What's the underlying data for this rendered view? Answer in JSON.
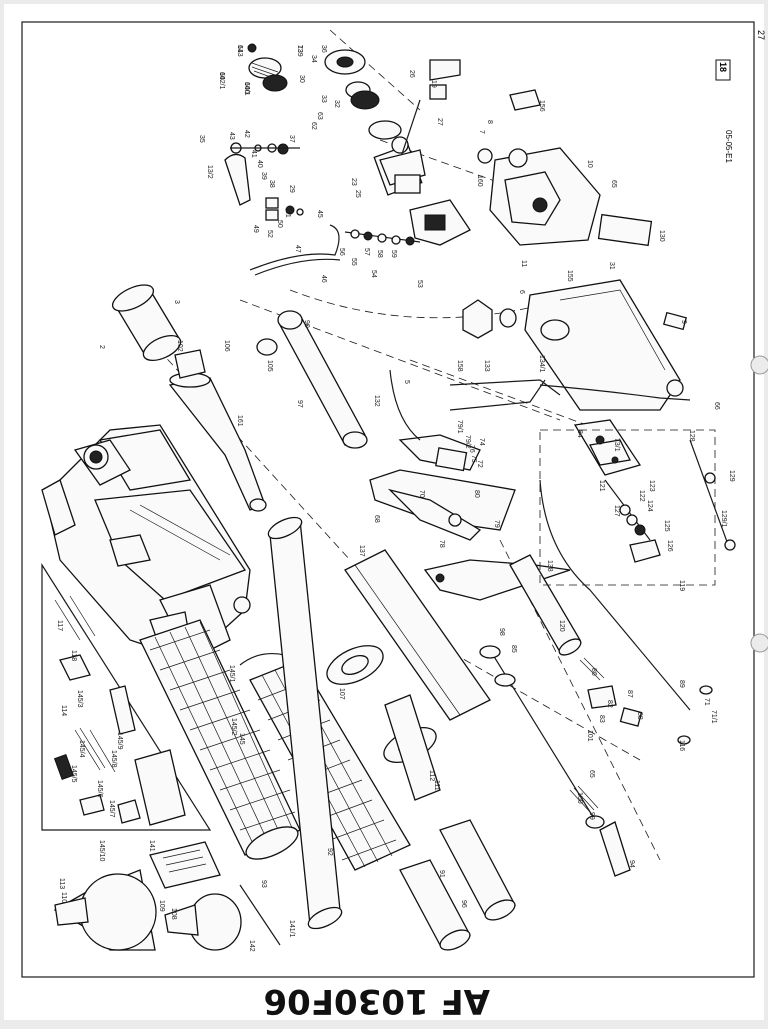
{
  "page": {
    "page_number": "27",
    "date_code": "05-05-E1",
    "ref_code": "18",
    "handwritten_note": "AF 1030F06"
  },
  "part_labels": [
    "60",
    "61",
    "60/1",
    "73",
    "36",
    "34",
    "30",
    "33",
    "32",
    "63",
    "62",
    "19",
    "26",
    "27",
    "156",
    "13/2",
    "35",
    "43",
    "42",
    "41",
    "40",
    "39",
    "37",
    "38",
    "29",
    "8",
    "7",
    "160",
    "11",
    "10",
    "65",
    "23",
    "25",
    "52",
    "50",
    "51",
    "49",
    "45",
    "47",
    "46",
    "56",
    "55",
    "57",
    "58",
    "59",
    "54",
    "53",
    "130",
    "155",
    "31",
    "6",
    "3",
    "2",
    "102",
    "105",
    "106",
    "161",
    "97",
    "90",
    "66",
    "9",
    "158",
    "133",
    "134/1",
    "5",
    "132",
    "79/1",
    "79/2",
    "76",
    "75",
    "74",
    "72",
    "70",
    "68",
    "80",
    "79",
    "78",
    "84",
    "73/1",
    "121",
    "122",
    "123",
    "124",
    "125",
    "126",
    "127",
    "128",
    "129",
    "129/1",
    "119",
    "137",
    "138",
    "120",
    "98",
    "85",
    "86",
    "82",
    "83",
    "87",
    "88",
    "89",
    "71",
    "71/1",
    "116",
    "117",
    "118",
    "114",
    "145/3",
    "145/4",
    "145/5",
    "145/6",
    "145/7",
    "145/8",
    "145/9",
    "145/10",
    "145/1",
    "145/2",
    "145",
    "107",
    "112",
    "111",
    "101",
    "100",
    "99",
    "65",
    "94",
    "93",
    "92",
    "91",
    "96",
    "113",
    "110",
    "109",
    "108",
    "141",
    "141/1",
    "142",
    "142/1",
    "143",
    "140",
    "139"
  ],
  "colors": {
    "paper": "#ffffff",
    "background": "#ebebeb",
    "ink": "#1a1a1a"
  }
}
